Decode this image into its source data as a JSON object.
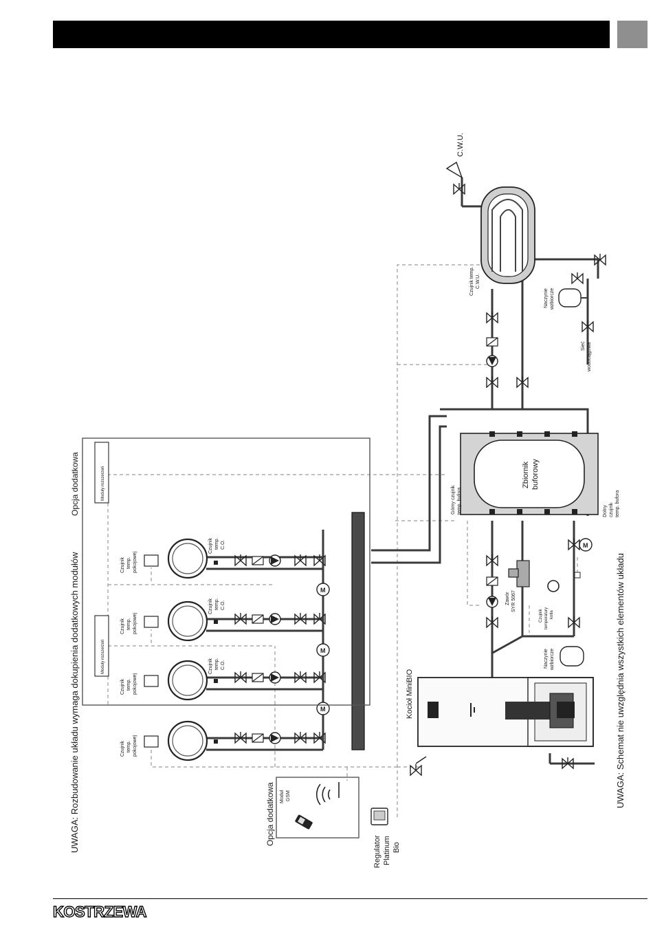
{
  "page": {
    "logo_text": "KOSTRZEWA"
  },
  "notes": {
    "expansion": "UWAGA: Rozbudowanie układu wymaga dokupienia dodatkowych modułów",
    "schematic": "UWAGA: Schemat nie uwzględnia wszystkich elementów układu"
  },
  "labels": {
    "optional_top": "Opcja dodatkowa",
    "optional_gsm": "Opcja dodatkowa",
    "module_ext_1": "Moduły rozszerzeń",
    "module_ext_2": "Moduły rozszerzeń",
    "gsm_line1": "Moduł",
    "gsm_line2": "GSM",
    "regulator_line1": "Regulator",
    "regulator_line2": "Platinum",
    "regulator_line3": "Bio",
    "boiler": "Kocioł MiniBIO",
    "buffer_line1": "Zbiornik",
    "buffer_line2": "buforowy",
    "upper_sensor_line1": "Górny czujnik",
    "upper_sensor_line2": "temp. bufora",
    "lower_sensor_line1": "Dolny",
    "lower_sensor_line2": "czujnik",
    "lower_sensor_line3": "temp. bufora",
    "room_l1": "Czujnik",
    "room_l2": "temp.",
    "room_l3": "pokojowej",
    "co_l1": "Czujnik",
    "co_l2": "temp.",
    "co_l3": "C.O.",
    "cwu_sensor_line1": "Czujnik temp.",
    "cwu_sensor_line2": "C.W.U.",
    "cwu": "C.W.U.",
    "exp_vessel_1_line1": "Naczynie",
    "exp_vessel_1_line2": "wzbiorcze",
    "exp_vessel_2_line1": "Naczynie",
    "exp_vessel_2_line2": "wzbiorcze",
    "water_line1": "Sieć",
    "water_line2": "wodociągowa",
    "valve_line1": "Zawór",
    "valve_line2": "SYR 5067",
    "boiler_temp_line1": "Czujnik",
    "boiler_temp_line2": "temperatury",
    "boiler_temp_line3": "kotła",
    "motor": "M"
  },
  "colors": {
    "pipe": "#3a3a3a",
    "bar": "#000000",
    "tab": "#8f8f8f",
    "dashed": "#9a9a9a"
  }
}
